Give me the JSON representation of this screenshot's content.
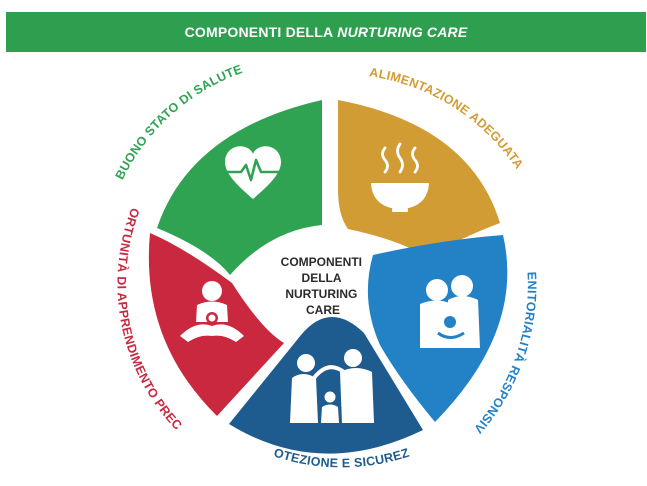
{
  "header": {
    "title_prefix": "COMPONENTI DELLA",
    "title_emphasis": "NURTURING CARE",
    "color": "#2e9e4f"
  },
  "center": {
    "lines": [
      "COMPONENTI",
      "DELLA",
      "NURTURING",
      "CARE"
    ]
  },
  "segments": [
    {
      "label": "BUONO STATO DI SALUTE",
      "color": "#30a353",
      "icon": "heart-pulse-icon"
    },
    {
      "label": "ALIMENTAZIONE ADEGUATA",
      "color": "#d29c34",
      "icon": "steaming-bowl-icon"
    },
    {
      "label": "GENITORIALITÀ RESPONSIVA",
      "color": "#2381c5",
      "icon": "parents-with-baby-icon"
    },
    {
      "label": "PROTEZIONE E SICUREZZA",
      "color": "#1e5c8f",
      "icon": "protective-family-icon"
    },
    {
      "label": "OPPORTUNITÀ DI APPRENDIMENTO PRECOCE",
      "color": "#c9283e",
      "icon": "child-playing-icon"
    }
  ]
}
